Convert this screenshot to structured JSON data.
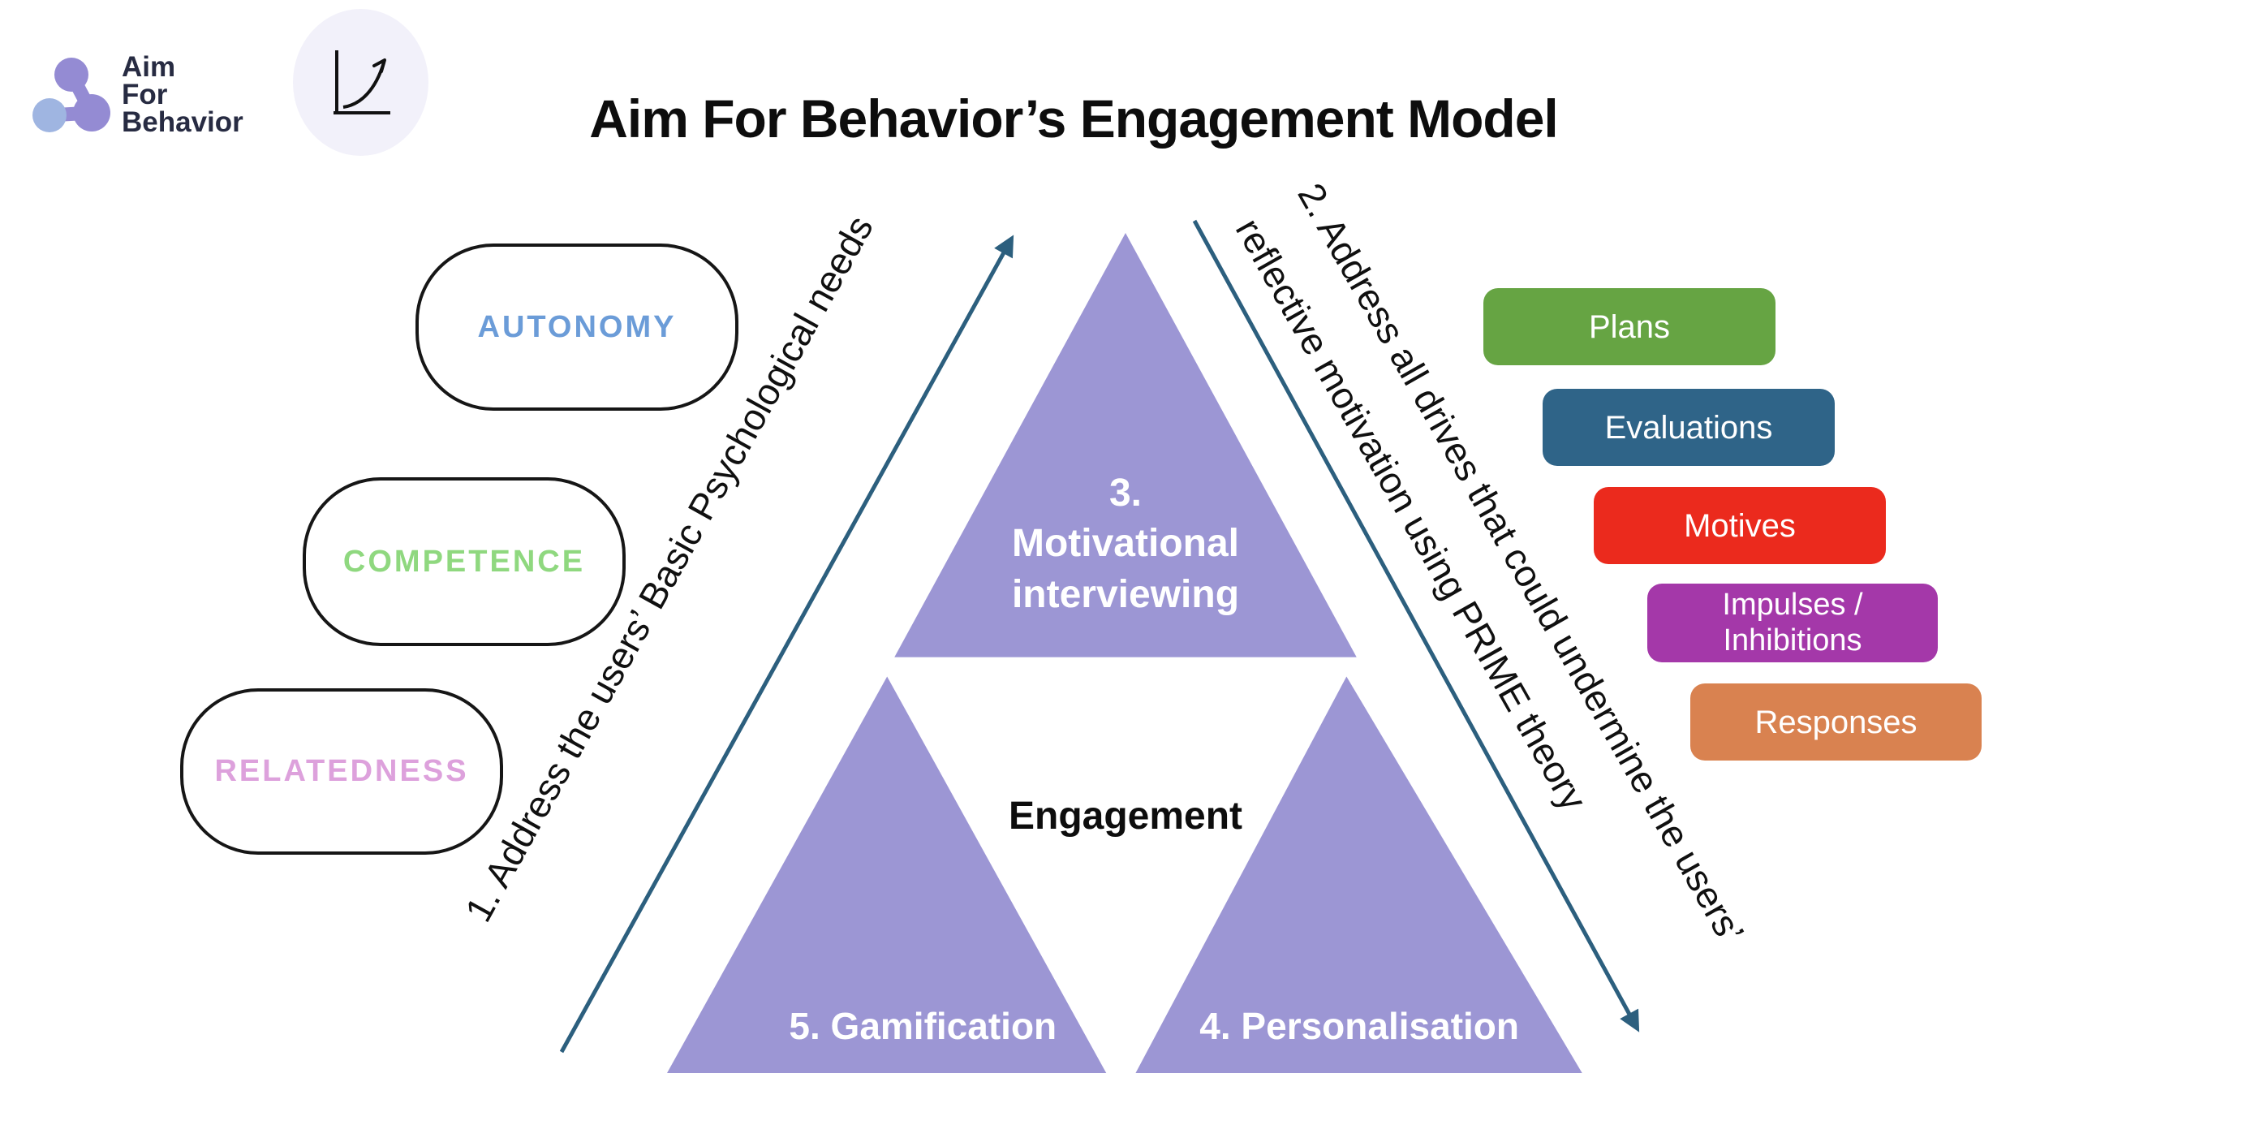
{
  "header": {
    "logo": {
      "line1": "Aim",
      "line2": "For",
      "line3": "Behavior"
    },
    "title": "Aim For Behavior’s Engagement Model"
  },
  "needs_pills": [
    {
      "label": "AUTONOMY",
      "color": "#6b9cd8"
    },
    {
      "label": "COMPETENCE",
      "color": "#8fd87f"
    },
    {
      "label": "RELATEDNESS",
      "color": "#dda1dc"
    }
  ],
  "arrow_labels": {
    "left": "1. Address the users’ Basic Psychological needs",
    "right_line1": "2. Address all drives that could undermine the users’",
    "right_line2": "reflective motivation using PRIME theory"
  },
  "pyramid": {
    "fill": "#9c96d4",
    "top": {
      "line1": "3.",
      "line2": "Motivational",
      "line3": "interviewing"
    },
    "center": "Engagement",
    "bottom_left": "5. Gamification",
    "bottom_right": "4. Personalisation"
  },
  "prime_boxes": [
    {
      "label": "Plans",
      "color": "#66a443"
    },
    {
      "label": "Evaluations",
      "color": "#2f6488"
    },
    {
      "label": "Motives",
      "color": "#eb2a1d"
    },
    {
      "label": "Impulses / Inhibitions",
      "color": "#a438a9"
    },
    {
      "label": "Responses",
      "color": "#d98250"
    }
  ],
  "colors": {
    "arrow": "#2c5f7e",
    "logo_purple": "#948bd3",
    "logo_blue": "#9fb5e1",
    "logo_text": "#272b42",
    "icon_bg": "#f2f1fa"
  }
}
